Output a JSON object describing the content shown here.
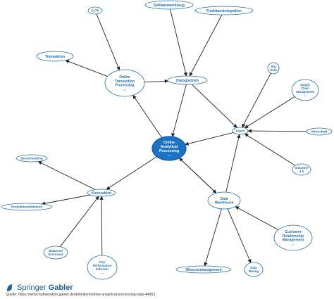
{
  "nodes": [
    {
      "id": "oltp",
      "lines": [
        "OLTP"
      ]
    },
    {
      "id": "softwarewerkzeug",
      "lines": [
        "Softwarewerkzeug"
      ]
    },
    {
      "id": "funktionsintegration",
      "lines": [
        "Funktionsintegration"
      ]
    },
    {
      "id": "transaktion",
      "lines": [
        "Transaktion"
      ]
    },
    {
      "id": "online-transaction-processing",
      "lines": [
        "Online",
        "Transaction",
        "Processing",
        "..."
      ]
    },
    {
      "id": "dialogbetrieb",
      "lines": [
        "Dialogbetrieb"
      ]
    },
    {
      "id": "big-data",
      "lines": [
        "Big",
        "Data"
      ]
    },
    {
      "id": "supply-chain-management",
      "lines": [
        "Supply",
        "Chain",
        "Management",
        "..."
      ]
    },
    {
      "id": "daten",
      "lines": [
        "Daten"
      ]
    },
    {
      "id": "wirtschaft",
      "lines": [
        "Wirtschaft"
      ]
    },
    {
      "id": "online-analytical-processing",
      "lines": [
        "Online",
        "Analytical",
        "Processing",
        "..."
      ]
    },
    {
      "id": "benchmarking",
      "lines": [
        "Benchmarking"
      ]
    },
    {
      "id": "industrie-4-0",
      "lines": [
        "Industrie",
        "4.0"
      ]
    },
    {
      "id": "kennzahlen",
      "lines": [
        "Kennzahlen"
      ]
    },
    {
      "id": "data-warehouse",
      "lines": [
        "Data",
        "Warehouse"
      ]
    },
    {
      "id": "produktionsfaktoren",
      "lines": [
        "Produktionsfaktoren"
      ]
    },
    {
      "id": "customer-relationship-management",
      "lines": [
        "Customer",
        "Relationship",
        "Management",
        "..."
      ]
    },
    {
      "id": "balanced-scorecard",
      "lines": [
        "Balanced",
        "Scorecard"
      ]
    },
    {
      "id": "key-performance-indicator",
      "lines": [
        "Key",
        "Performance",
        "Indicator",
        "..."
      ]
    },
    {
      "id": "wissensmanagement",
      "lines": [
        "Wissensmanagement"
      ]
    },
    {
      "id": "data-mining",
      "lines": [
        "Data",
        "Mining"
      ]
    }
  ],
  "edges": [
    {
      "from": "oltp",
      "to": "online-transaction-processing"
    },
    {
      "from": "online-transaction-processing",
      "to": "transaktion"
    },
    {
      "from": "online-transaction-processing",
      "to": "dialogbetrieb"
    },
    {
      "from": "softwarewerkzeug",
      "to": "dialogbetrieb"
    },
    {
      "from": "funktionsintegration",
      "to": "dialogbetrieb"
    },
    {
      "from": "dialogbetrieb",
      "to": "daten"
    },
    {
      "from": "dialogbetrieb",
      "to": "online-analytical-processing"
    },
    {
      "from": "online-analytical-processing",
      "to": "online-transaction-processing"
    },
    {
      "from": "big-data",
      "to": "daten"
    },
    {
      "from": "supply-chain-management",
      "to": "daten"
    },
    {
      "from": "wirtschaft",
      "to": "daten"
    },
    {
      "from": "industrie-4-0",
      "to": "daten"
    },
    {
      "from": "daten",
      "to": "online-analytical-processing"
    },
    {
      "from": "data-warehouse",
      "to": "daten"
    },
    {
      "from": "online-analytical-processing",
      "to": "data-warehouse"
    },
    {
      "from": "data-warehouse",
      "to": "online-analytical-processing"
    },
    {
      "from": "online-analytical-processing",
      "to": "kennzahlen"
    },
    {
      "from": "kennzahlen",
      "to": "benchmarking"
    },
    {
      "from": "kennzahlen",
      "to": "produktionsfaktoren"
    },
    {
      "from": "balanced-scorecard",
      "to": "kennzahlen"
    },
    {
      "from": "key-performance-indicator",
      "to": "kennzahlen"
    },
    {
      "from": "customer-relationship-management",
      "to": "data-warehouse"
    },
    {
      "from": "data-warehouse",
      "to": "wissensmanagement"
    },
    {
      "from": "data-warehouse",
      "to": "data-mining"
    }
  ],
  "colors": {
    "node_border": "#1f6fb2",
    "node_text": "#1f6fb2",
    "center_fill": "#1a73c4",
    "edge": "#222222",
    "brand": "#1a5f9e"
  },
  "footer": {
    "brand_light": "Springer",
    "brand_bold": "Gabler",
    "source": "Quelle:  https://wirtschaftslexikon.gabler.de/definition/online-analytical-processing-olap-44952"
  }
}
